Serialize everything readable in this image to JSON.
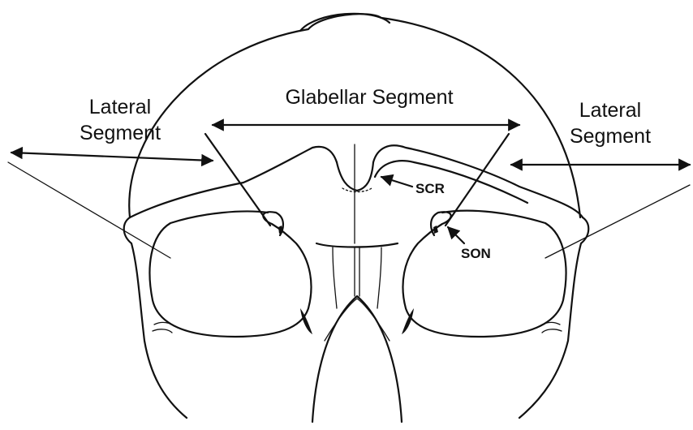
{
  "labels": {
    "glabellar": "Glabellar Segment",
    "lateral_left_line1": "Lateral",
    "lateral_left_line2": "Segment",
    "lateral_right_line1": "Lateral",
    "lateral_right_line2": "Segment",
    "scr": "SCR",
    "son": "SON"
  },
  "colors": {
    "ink": "#111111",
    "background": "#ffffff"
  }
}
